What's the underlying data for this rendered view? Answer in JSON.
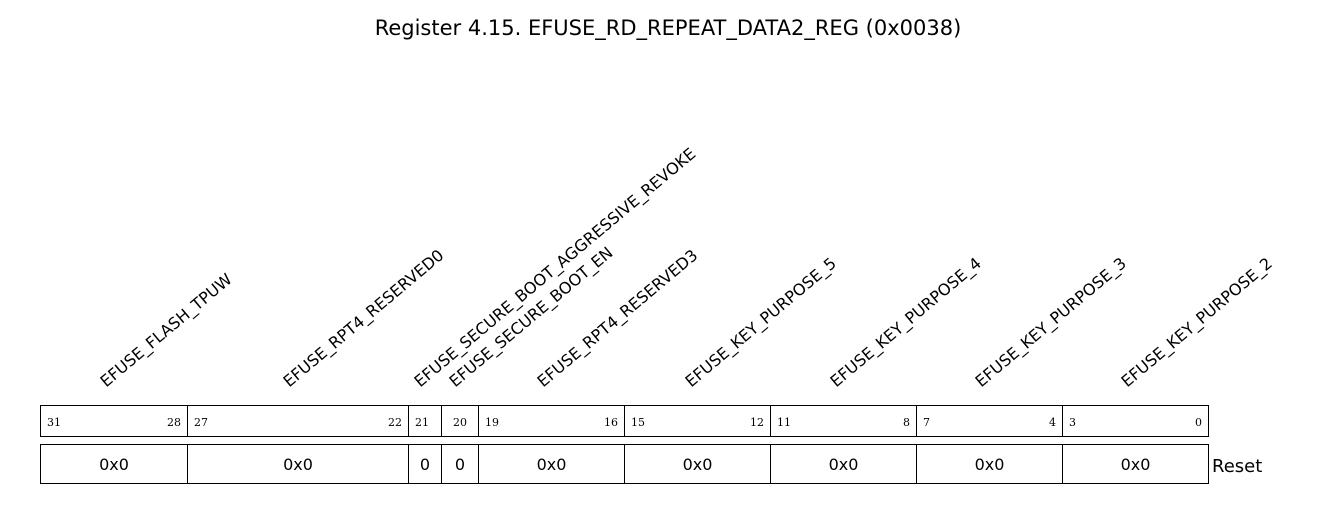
{
  "title": "Register 4.15. EFUSE_RD_REPEAT_DATA2_REG (0x0038)",
  "reset_label": "Reset",
  "fields": [
    {
      "name": "EFUSE_FLASH_TPUW",
      "hi": "31",
      "lo": "28",
      "reset": "0x0"
    },
    {
      "name": "EFUSE_RPT4_RESERVED0",
      "hi": "27",
      "lo": "22",
      "reset": "0x0"
    },
    {
      "name": "EFUSE_SECURE_BOOT_AGGRESSIVE_REVOKE",
      "hi": "21",
      "lo": "",
      "reset": "0"
    },
    {
      "name": "EFUSE_SECURE_BOOT_EN",
      "hi": "20",
      "lo": "",
      "reset": "0"
    },
    {
      "name": "EFUSE_RPT4_RESERVED3",
      "hi": "19",
      "lo": "16",
      "reset": "0x0"
    },
    {
      "name": "EFUSE_KEY_PURPOSE_5",
      "hi": "15",
      "lo": "12",
      "reset": "0x0"
    },
    {
      "name": "EFUSE_KEY_PURPOSE_4",
      "hi": "11",
      "lo": "8",
      "reset": "0x0"
    },
    {
      "name": "EFUSE_KEY_PURPOSE_3",
      "hi": "7",
      "lo": "4",
      "reset": "0x0"
    },
    {
      "name": "EFUSE_KEY_PURPOSE_2",
      "hi": "3",
      "lo": "0",
      "reset": "0x0"
    }
  ]
}
